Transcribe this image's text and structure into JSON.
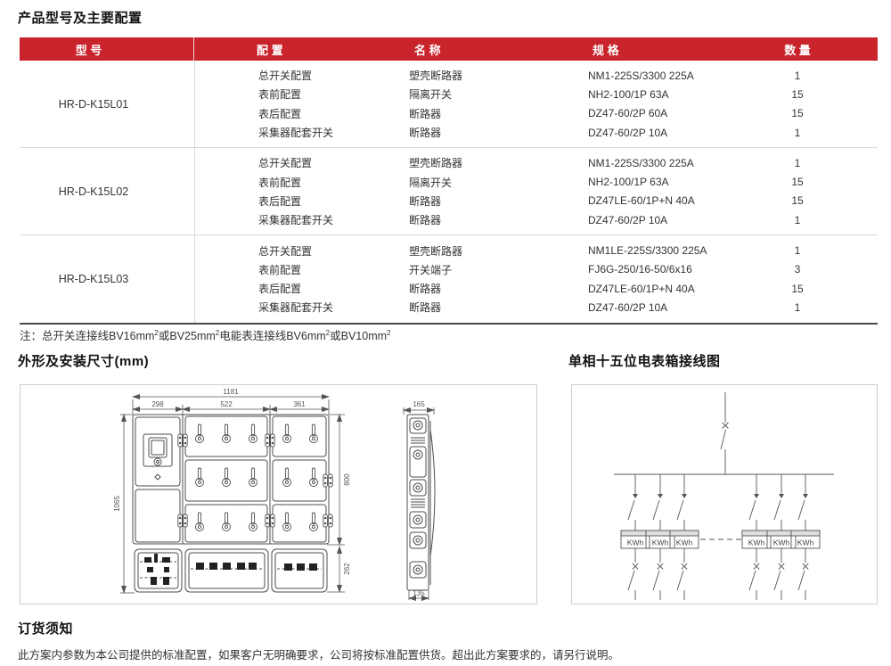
{
  "page_title": "产品型号及主要配置",
  "table": {
    "headers": [
      "型 号",
      "配 置",
      "名 称",
      "规 格",
      "数 量"
    ],
    "groups": [
      {
        "model": "HR-D-K15L01",
        "rows": [
          {
            "config": "总开关配置",
            "name": "塑壳断路器",
            "spec": "NM1-225S/3300 225A",
            "qty": "1"
          },
          {
            "config": "表前配置",
            "name": "隔离开关",
            "spec": "NH2-100/1P 63A",
            "qty": "15"
          },
          {
            "config": "表后配置",
            "name": "断路器",
            "spec": "DZ47-60/2P 60A",
            "qty": "15"
          },
          {
            "config": "采集器配套开关",
            "name": "断路器",
            "spec": "DZ47-60/2P 10A",
            "qty": "1"
          }
        ]
      },
      {
        "model": "HR-D-K15L02",
        "rows": [
          {
            "config": "总开关配置",
            "name": "塑壳断路器",
            "spec": "NM1-225S/3300 225A",
            "qty": "1"
          },
          {
            "config": "表前配置",
            "name": "隔离开关",
            "spec": "NH2-100/1P 63A",
            "qty": "15"
          },
          {
            "config": "表后配置",
            "name": "断路器",
            "spec": "DZ47LE-60/1P+N 40A",
            "qty": "15"
          },
          {
            "config": "采集器配套开关",
            "name": "断路器",
            "spec": "DZ47-60/2P 10A",
            "qty": "1"
          }
        ]
      },
      {
        "model": "HR-D-K15L03",
        "rows": [
          {
            "config": "总开关配置",
            "name": "塑壳断路器",
            "spec": "NM1LE-225S/3300 225A",
            "qty": "1"
          },
          {
            "config": "表前配置",
            "name": "开关端子",
            "spec": "FJ6G-250/16-50/6x16",
            "qty": "3"
          },
          {
            "config": "表后配置",
            "name": "断路器",
            "spec": "DZ47LE-60/1P+N 40A",
            "qty": "15"
          },
          {
            "config": "采集器配套开关",
            "name": "断路器",
            "spec": "DZ47-60/2P 10A",
            "qty": "1"
          }
        ]
      }
    ]
  },
  "note": {
    "seg1": "注：总开关连接线BV16mm",
    "sup": "2",
    "seg2": "或BV25mm",
    "seg3": "电能表连接线BV6mm",
    "seg4": "或BV10mm"
  },
  "sections": {
    "dimensions_title": "外形及安装尺寸(mm)",
    "wiring_title": "单相十五位电表箱接线图"
  },
  "dimensions": {
    "total_width": "1181",
    "left_width": "298",
    "middle_width": "522",
    "right_width": "361",
    "height": "1065",
    "door_height": "800",
    "bottom_height": "262",
    "side_depth": "165",
    "side_bottom": "135"
  },
  "wiring": {
    "meter_label": "KWh"
  },
  "ordering": {
    "title": "订货须知",
    "body": "此方案内参数为本公司提供的标准配置，如果客户无明确要求，公司将按标准配置供货。超出此方案要求的，请另行说明。"
  },
  "colors": {
    "header_red": "#c9232b"
  }
}
